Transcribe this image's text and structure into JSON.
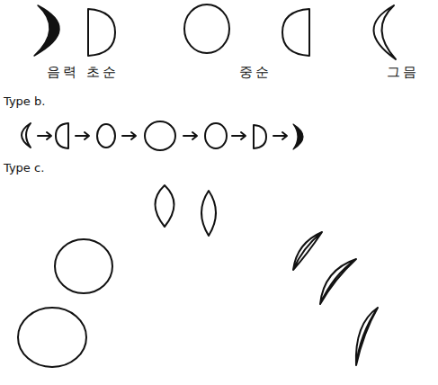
{
  "diagram": {
    "labels": [
      "음력 초순",
      "중순",
      "그믐",
      "Type b.",
      "Type c."
    ]
  }
}
